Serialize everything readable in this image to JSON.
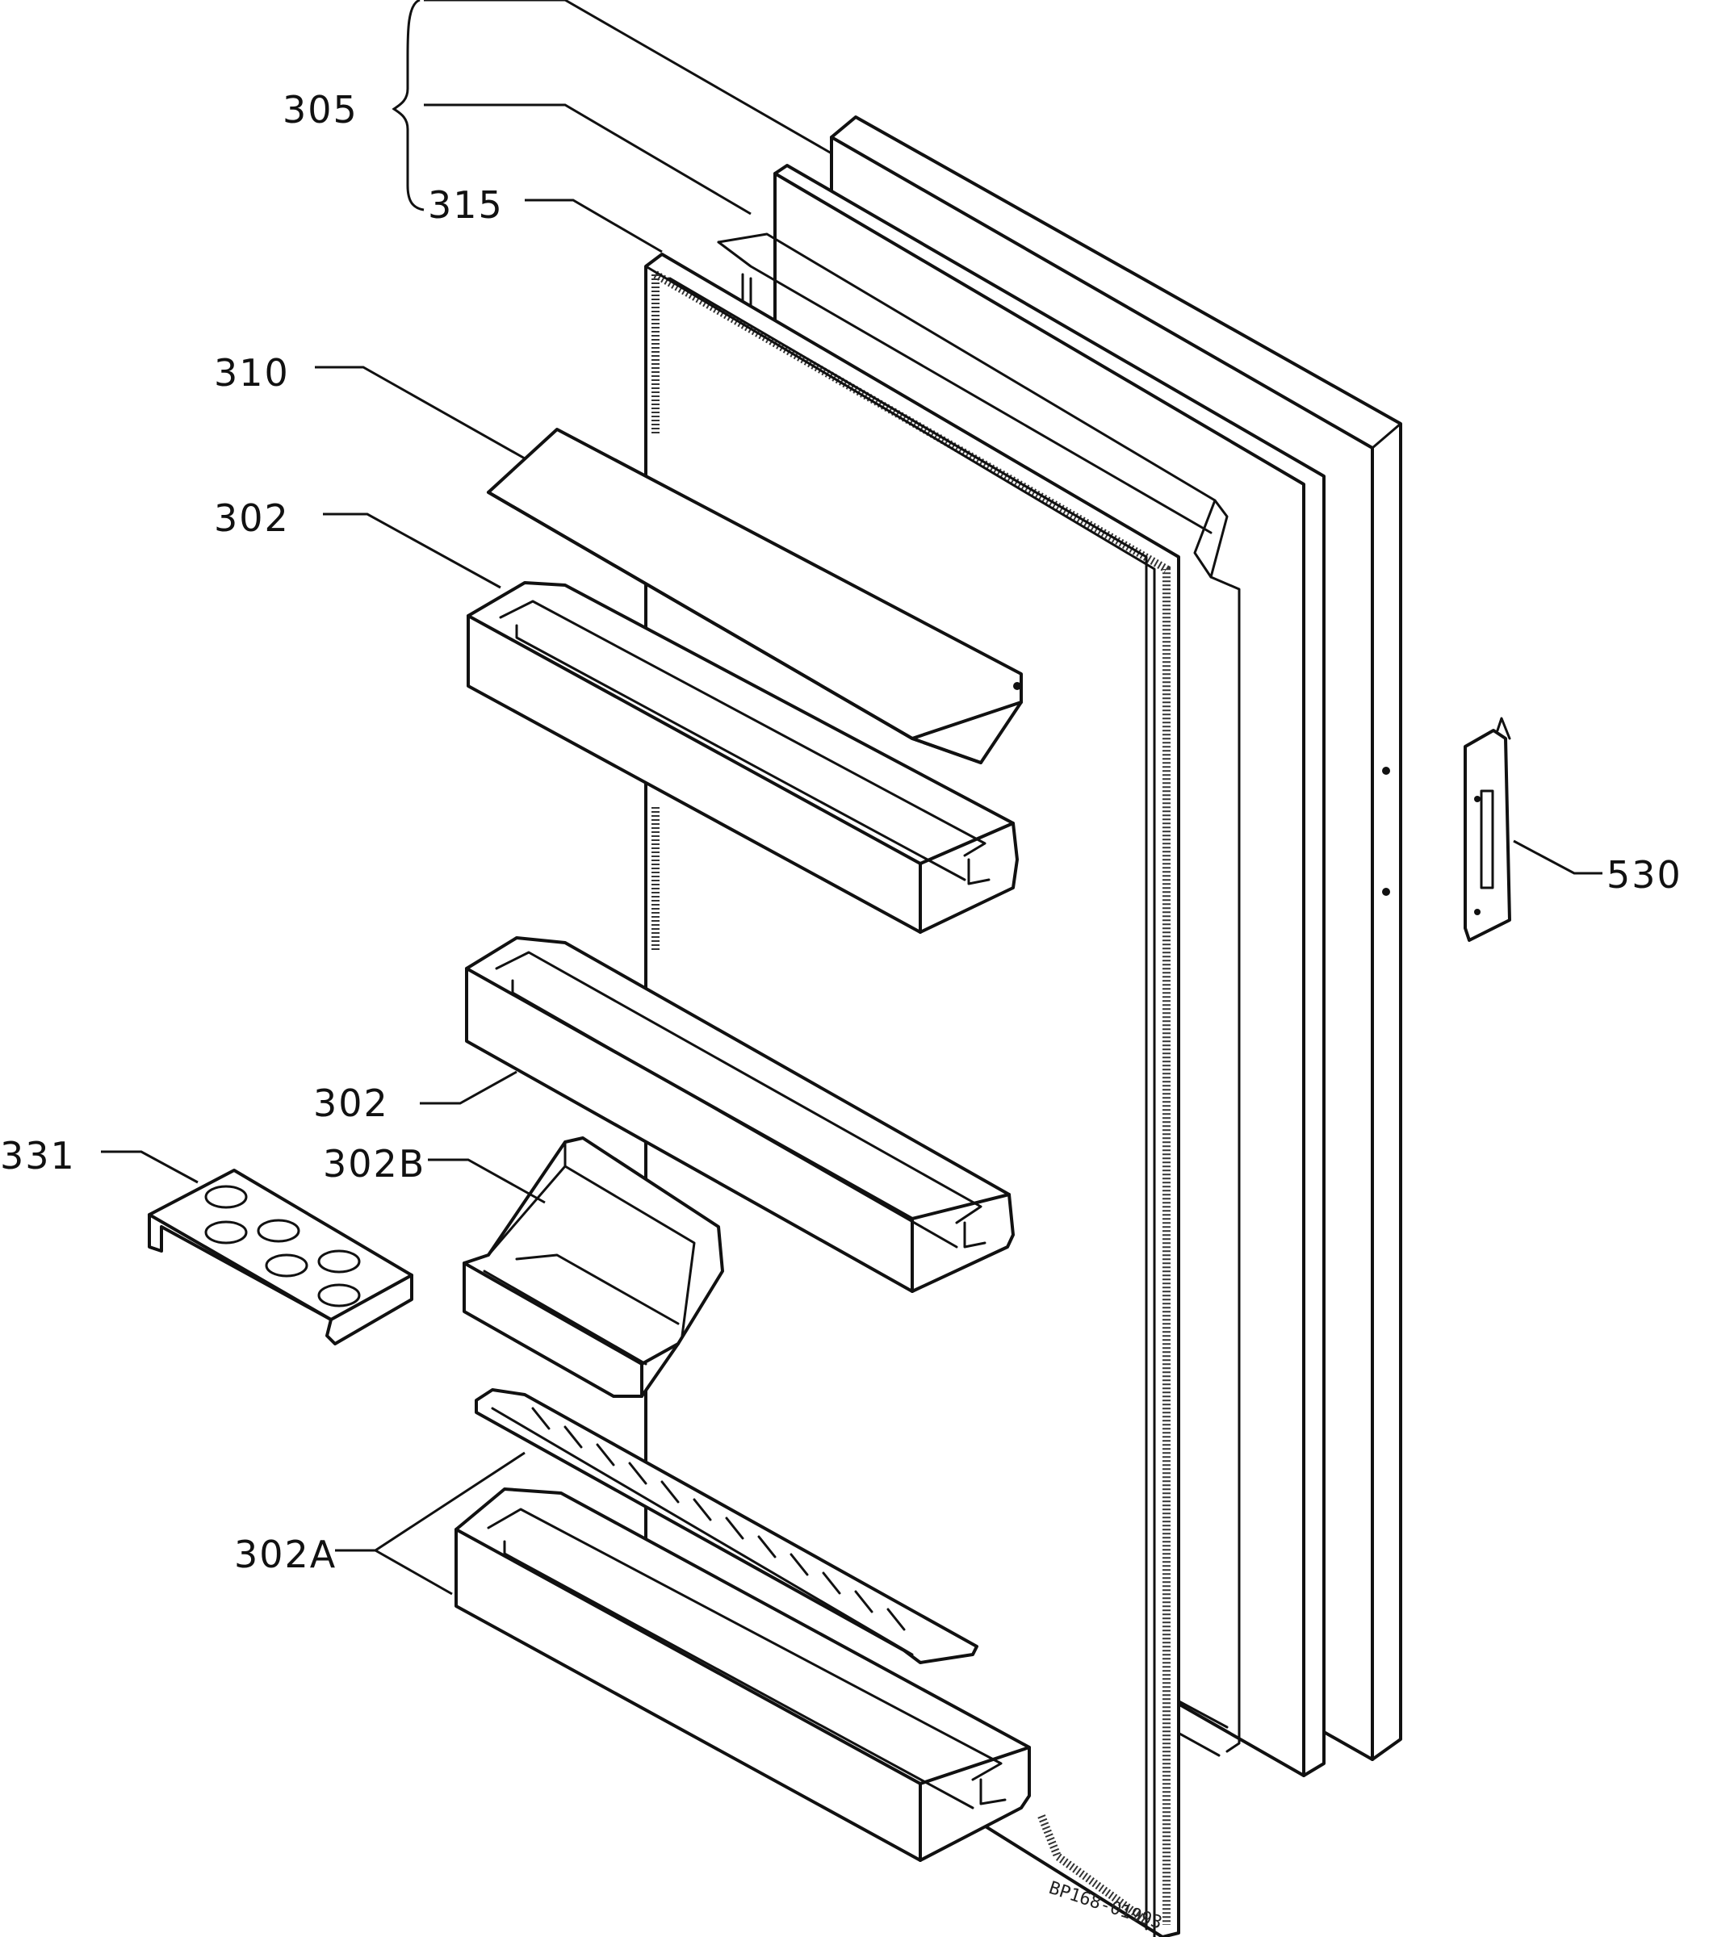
{
  "labels": {
    "l305": "305",
    "l315": "315",
    "l310": "310",
    "l302_top": "302",
    "l302_mid": "302",
    "l331": "331",
    "l302b": "302B",
    "l302a": "302A",
    "l530": "530"
  },
  "drawing_code": "BP168-01993"
}
